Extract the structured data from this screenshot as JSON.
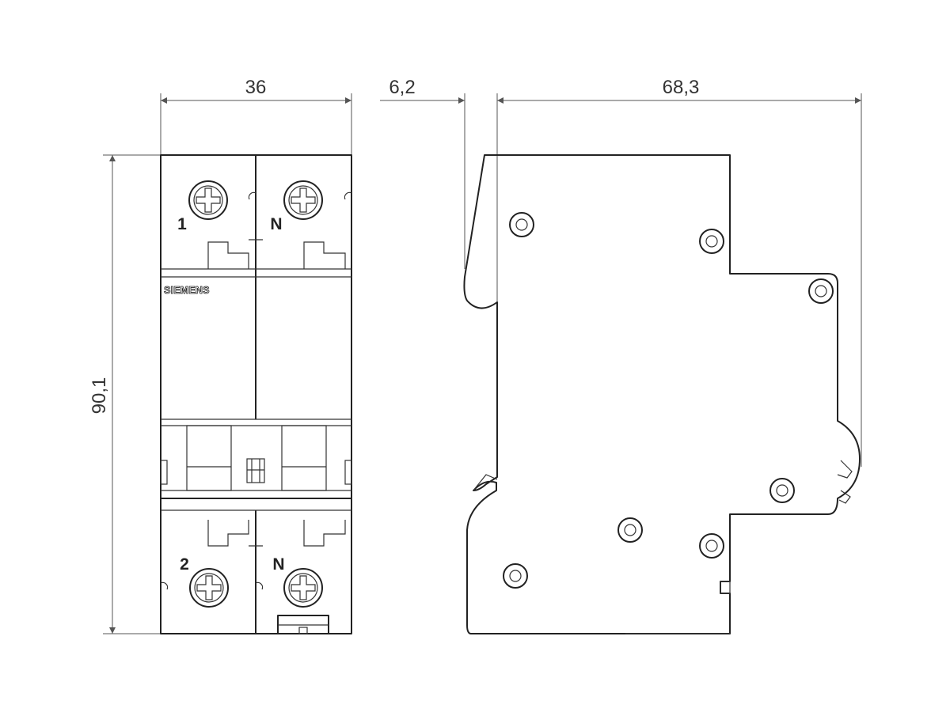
{
  "dimensions": {
    "width": "36",
    "depth_offset": "6,2",
    "depth": "68,3",
    "height": "90,1"
  },
  "front_view": {
    "brand": "SIEMENS",
    "top_terminals": [
      "1",
      "N"
    ],
    "bottom_terminals": [
      "2",
      "N"
    ]
  },
  "colors": {
    "line": "#222222",
    "dimension": "#555555",
    "background": "#ffffff"
  }
}
